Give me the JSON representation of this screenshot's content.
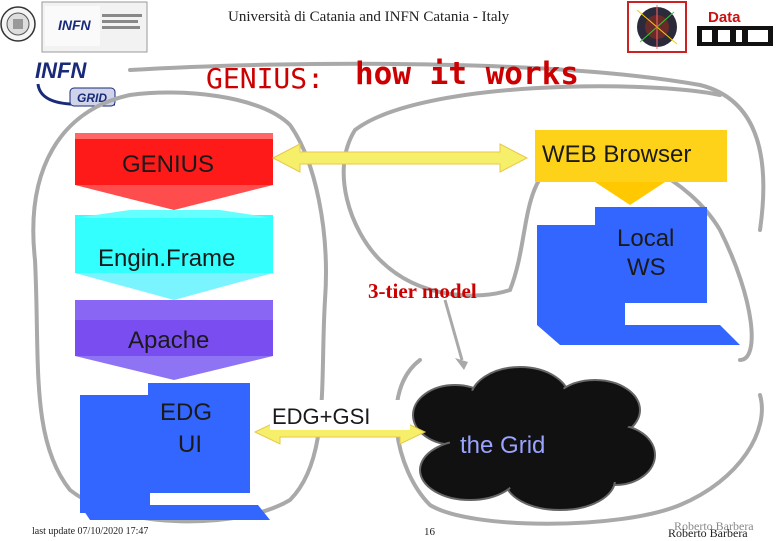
{
  "header": {
    "affiliation": "Università di Catania and INFN Catania - Italy",
    "title_prefix": "GENIUS:",
    "title_rest": "how it works",
    "infn_logo_text": "INFN",
    "infn_grid_logo_text": "INFN",
    "infn_grid_logo_sub": "GRID",
    "datagrid_logo_text": "Data"
  },
  "diagram": {
    "genius_label": "GENIUS",
    "web_browser_label": "WEB Browser",
    "enginframe_label": "Engin.Frame",
    "local_ws_label_line1": "Local",
    "local_ws_label_line2": "WS",
    "three_tier_label": "3-tier model",
    "apache_label": "Apache",
    "edg_ui_label_line1": "EDG",
    "edg_ui_label_line2": "UI",
    "edg_gsi_label": "EDG+GSI",
    "grid_label": "the Grid"
  },
  "footer": {
    "last_update": "last update 07/10/2020 17:47",
    "page_number": "16",
    "author_back": "Roberto Barbera",
    "author_front": "Roberto Barbera"
  },
  "colors": {
    "genius_red": "#ff1a1a",
    "browser_yellow": "#ffd21a",
    "enginframe_cyan": "#33ffff",
    "apache_purple": "#7a4df0",
    "monitor_blue": "#3366ff",
    "three_tier_red": "#cc0000",
    "grid_cloud": "#111111"
  }
}
